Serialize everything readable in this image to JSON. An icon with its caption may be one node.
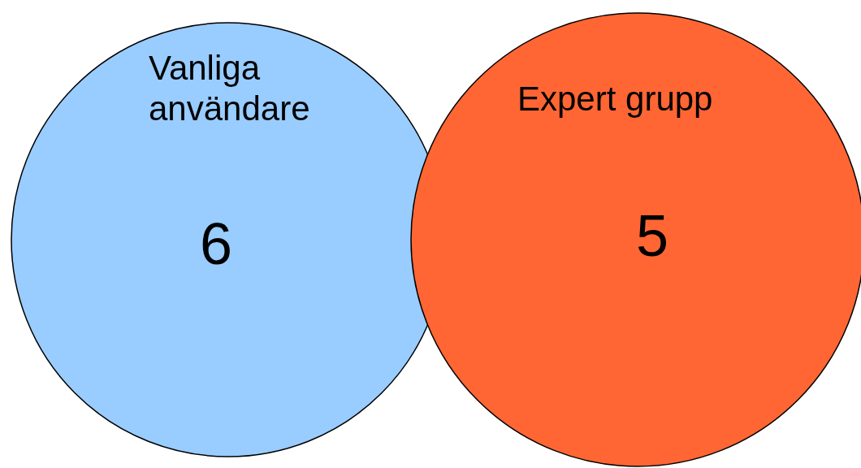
{
  "diagram": {
    "nodes": [
      {
        "text": [
          "Vanliga användare",
          "6"
        ]
      },
      {
        "text": [
          "Expert grupp",
          "5"
        ]
      }
    ]
  }
}
